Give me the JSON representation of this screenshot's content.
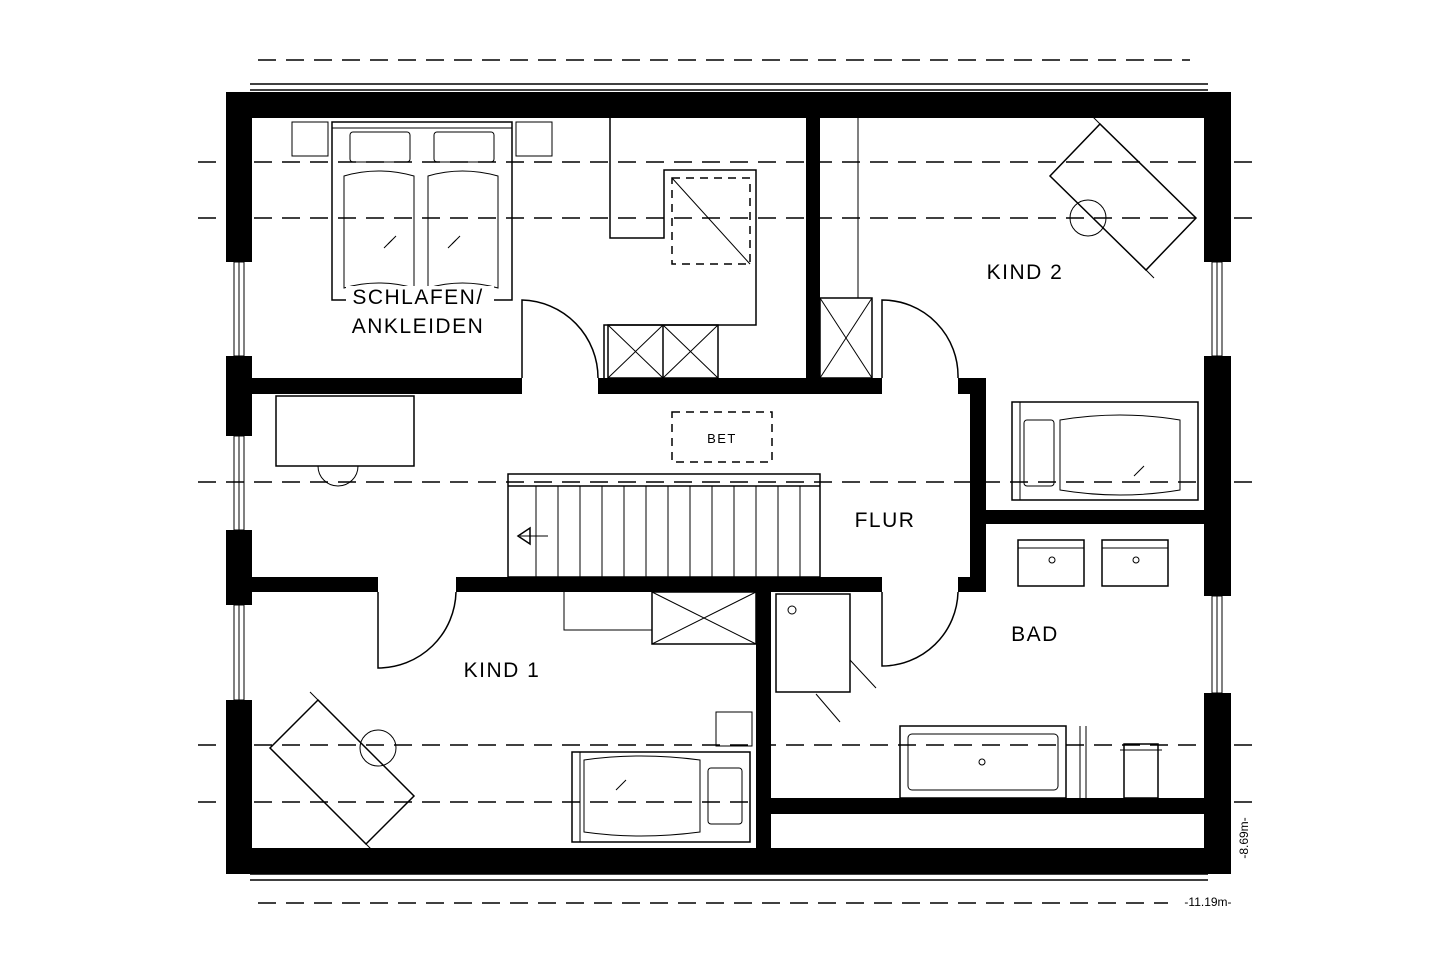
{
  "rooms": {
    "schlafen_line1": "SCHLAFEN/",
    "schlafen_line2": "ANKLEIDEN",
    "kind2": "KIND 2",
    "kind1": "KIND 1",
    "flur": "FLUR",
    "bad": "BAD",
    "bet": "BET"
  },
  "dimensions": {
    "width": "-11.19m-",
    "height": "-8.69m-"
  },
  "colors": {
    "walls": "#000000",
    "background": "#ffffff"
  }
}
